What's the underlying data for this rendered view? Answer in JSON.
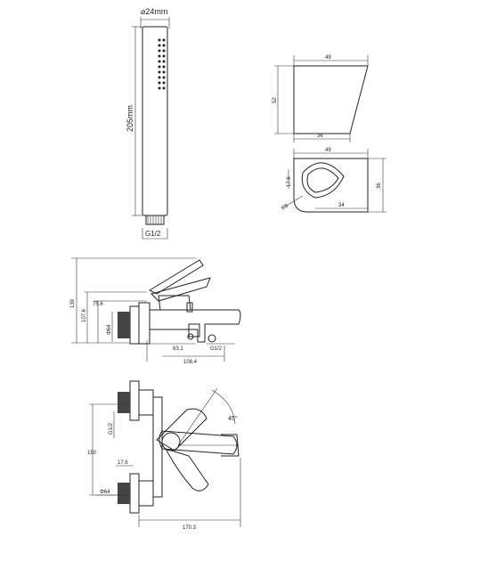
{
  "shower_head": {
    "diameter": "⌀24mm",
    "length": "205mm",
    "thread": "G1/2"
  },
  "holder_side": {
    "top_width": "49",
    "height": "52",
    "bottom_width": "36"
  },
  "holder_top": {
    "width": "49",
    "inner": "17.6",
    "depth": "36",
    "slot": "34",
    "radius": "R8"
  },
  "faucet_side": {
    "overall_height": "139",
    "handle_height": "107.6",
    "outlet_height": "75.6",
    "base": "Φ64",
    "spout_offset": "63.1",
    "inlet": "G1/2",
    "length": "108.4"
  },
  "faucet_top": {
    "angle": "45°",
    "inlet": "G1/2",
    "center_distance": "150",
    "offset": "17.6",
    "base": "Φ64",
    "total_length": "170.3"
  }
}
